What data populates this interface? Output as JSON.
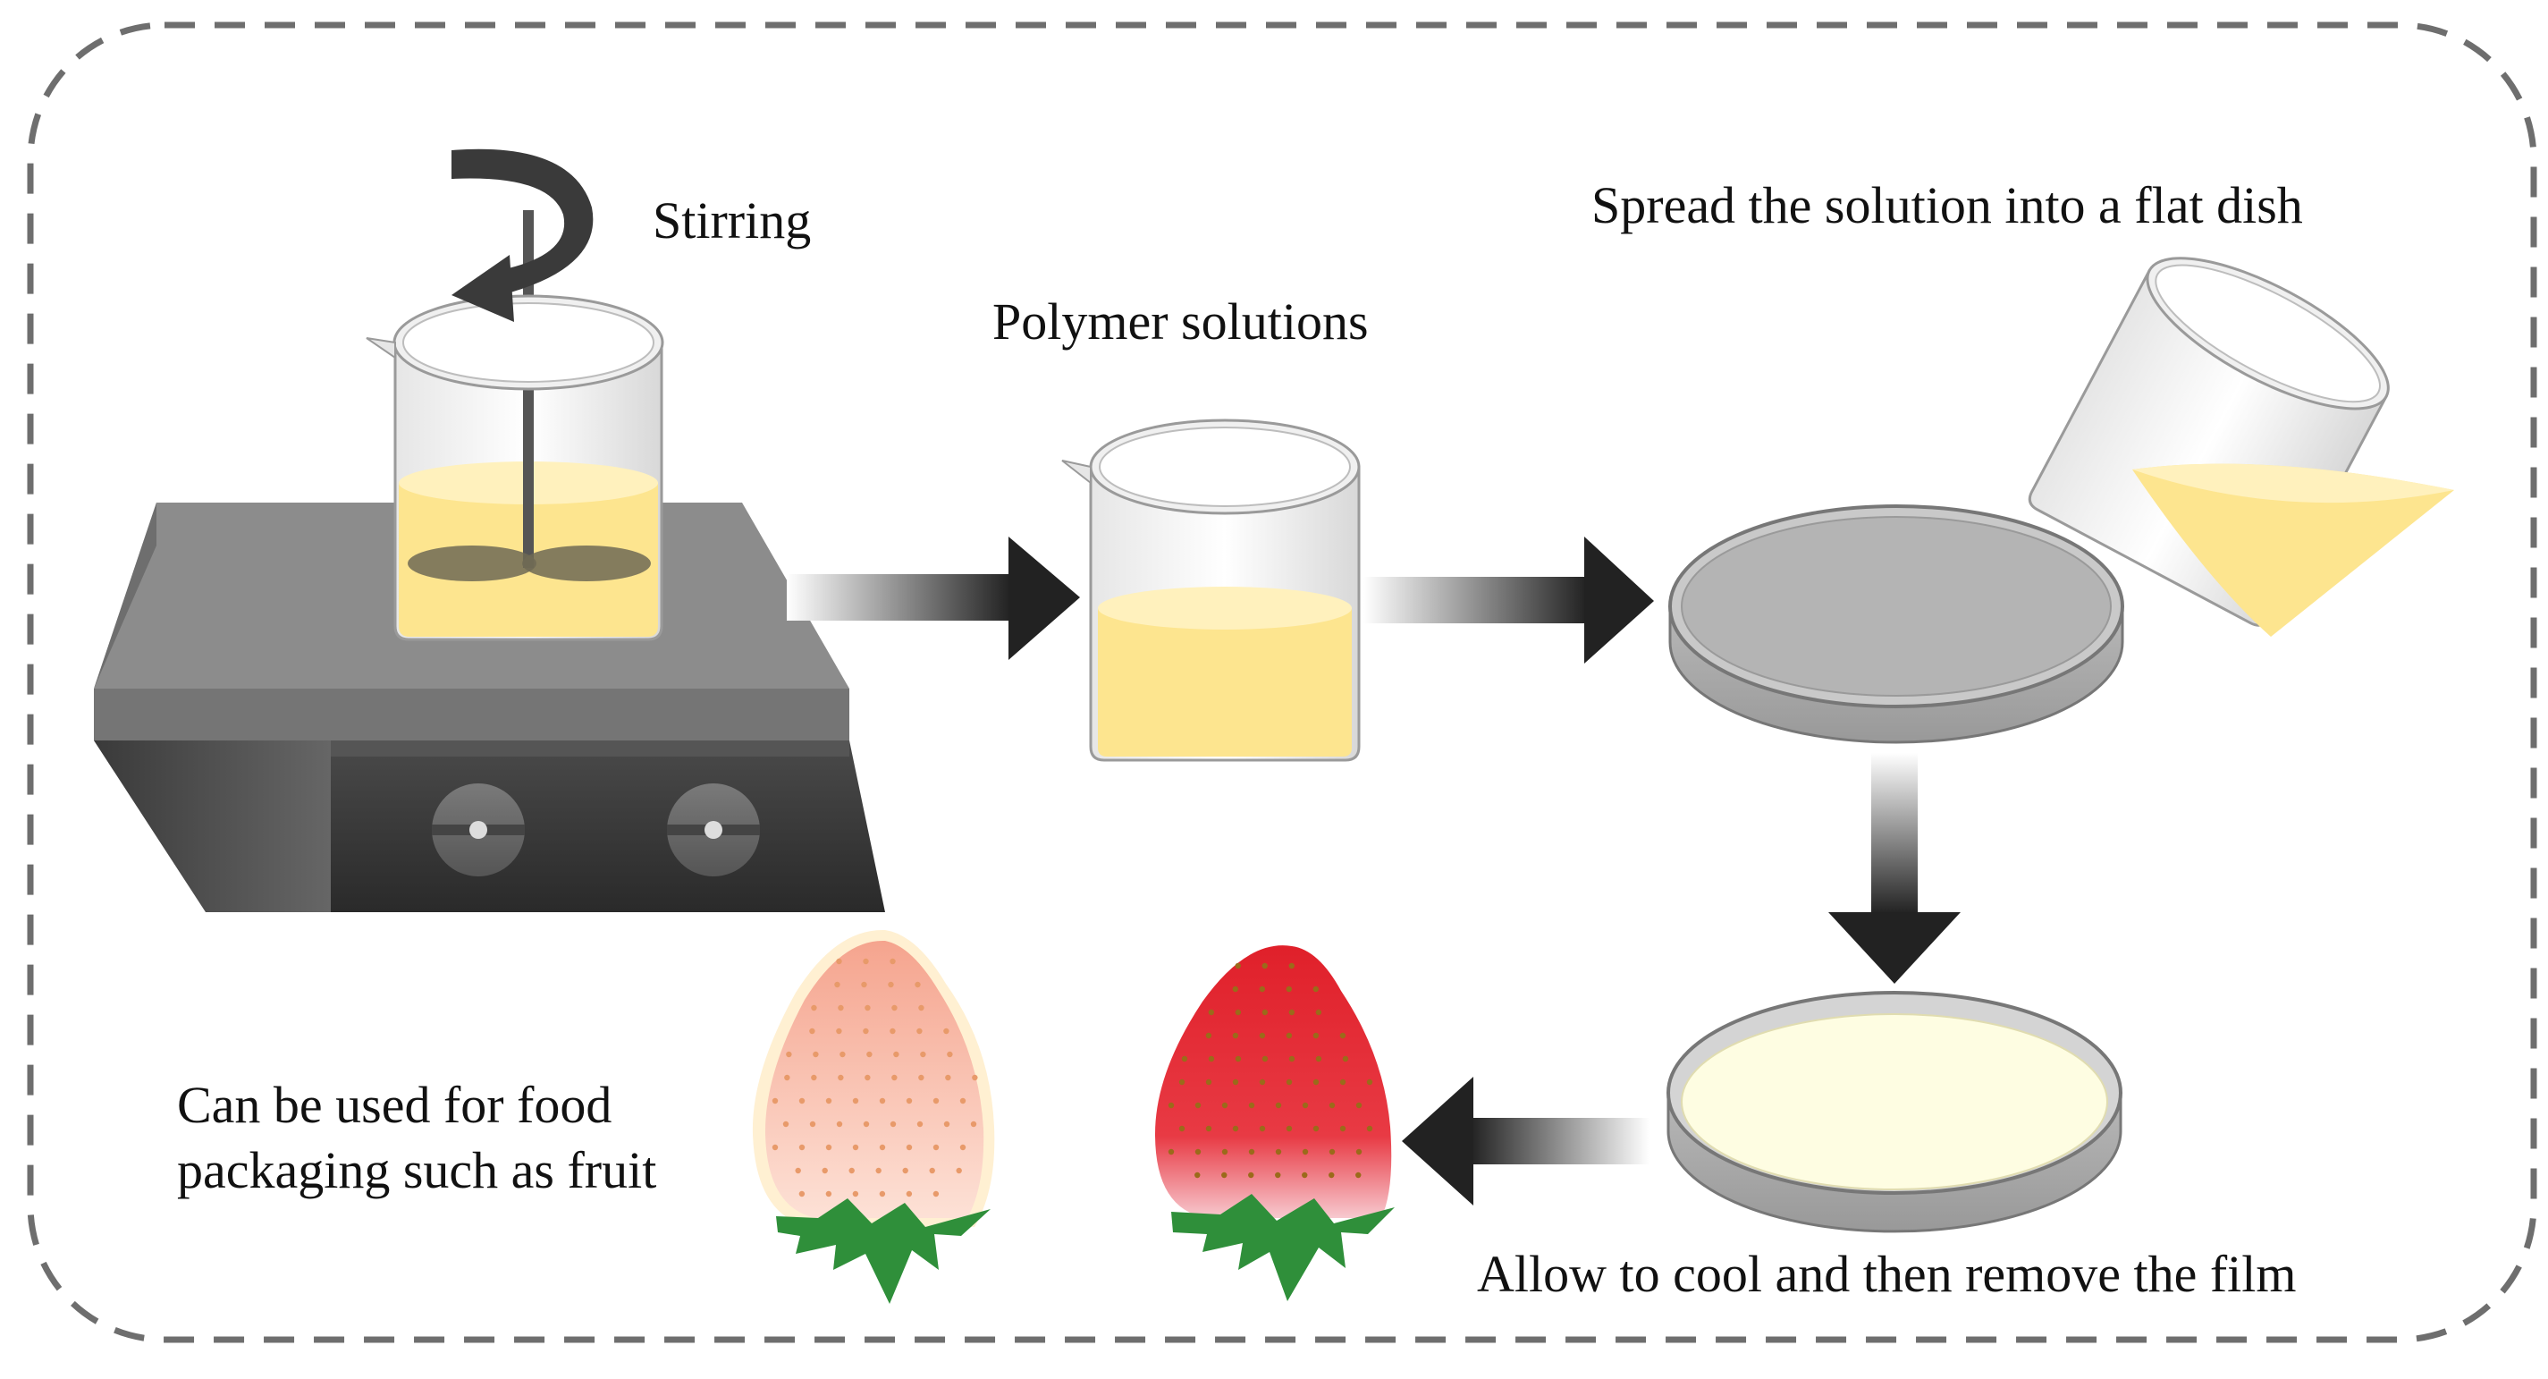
{
  "labels": {
    "stirring": "Stirring",
    "polymer_solutions": "Polymer solutions",
    "spread": "Spread the solution into a flat dish",
    "cool": "Allow to cool and then remove the film",
    "food": "Can be used for food packaging such as fruit"
  },
  "colors": {
    "border": "#6e6e6e",
    "solution": "#fde58f",
    "solution_top": "#fff1bd",
    "film": "#fefde2",
    "stirrer_dark": "#3a3a3a",
    "stirrer_top": "#8a8a8a",
    "arrow": "#222222",
    "strawberry_red": "#e2232a",
    "strawberry_coated": "#f7b3a0",
    "leaf": "#2f8f3a"
  },
  "icons": [
    "stirring-rotation-icon",
    "magnetic-stirrer-icon",
    "beaker-icon",
    "petri-dish-icon",
    "strawberry-icon",
    "arrow-right-icon",
    "arrow-down-icon",
    "arrow-left-icon"
  ]
}
